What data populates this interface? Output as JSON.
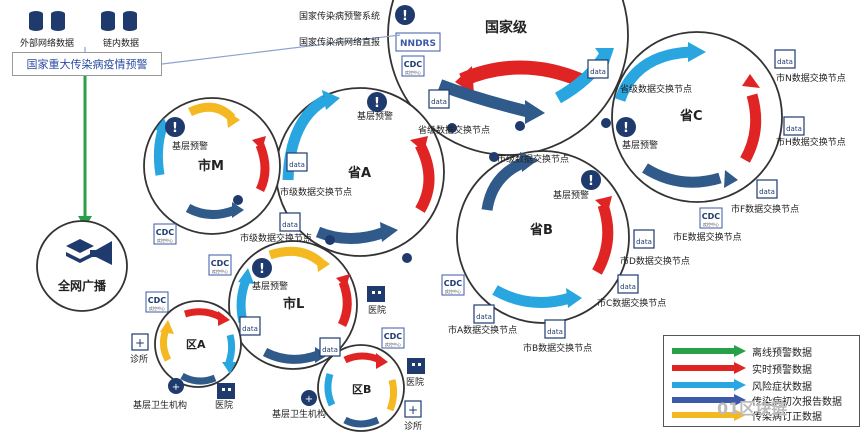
{
  "title_national": "国家级",
  "top_sources": {
    "external": "外部网络数据",
    "onchain": "链内数据"
  },
  "alert_box": "国家重大传染病疫情预警",
  "broadcast": "全网广播",
  "national": {
    "system": "国家传染病预警系统",
    "direct": "国家传染病网络直报",
    "nndrs": "NNDRS",
    "node": "省级数据交换节点"
  },
  "provinces": [
    {
      "name": "省A",
      "warning": "基层预警",
      "node": "市级数据交换节点",
      "sub": "省级数据交换节点"
    },
    {
      "name": "省B",
      "warning": "基层预警",
      "node": "市级数据交换节点"
    },
    {
      "name": "省C",
      "warning": "基层预警",
      "node": "省级数据交换节点"
    }
  ],
  "cities": [
    {
      "name": "市M",
      "warning": "基层预警",
      "node": "市级数据交换节点"
    },
    {
      "name": "市L",
      "warning": "基层预警",
      "hospital": "医院"
    }
  ],
  "districts": [
    {
      "name": "区A",
      "clinic": "诊所",
      "primary": "基层卫生机构",
      "hospital": "医院"
    },
    {
      "name": "区B",
      "primary": "基层卫生机构",
      "clinic": "诊所",
      "hospital": "医院"
    }
  ],
  "city_nodes": {
    "N": "市N数据交换节点",
    "H": "市H数据交换节点",
    "F": "市F数据交换节点",
    "E": "市E数据交换节点",
    "D": "市D数据交换节点",
    "C": "市C数据交换节点",
    "A": "市A数据交换节点",
    "B": "市B数据交换节点"
  },
  "cdc": "CDC",
  "cdc_sub": "疾控中心",
  "data_icon_label": "data",
  "legend": [
    {
      "label": "离线预警数据",
      "color": "#27a048"
    },
    {
      "label": "实时预警数据",
      "color": "#e02424"
    },
    {
      "label": "风险症状数据",
      "color": "#29a6e0"
    },
    {
      "label": "传染病初次报告数据",
      "color": "#3c5aa8"
    },
    {
      "label": "传染病订正数据",
      "color": "#f4b820"
    }
  ],
  "watermark": "01区块链",
  "colors": {
    "red": "#e02424",
    "blue": "#29a6e0",
    "navy": "#2f5a8a",
    "yellow": "#f4b820",
    "green": "#27a048",
    "dark": "#1f3a6d"
  }
}
